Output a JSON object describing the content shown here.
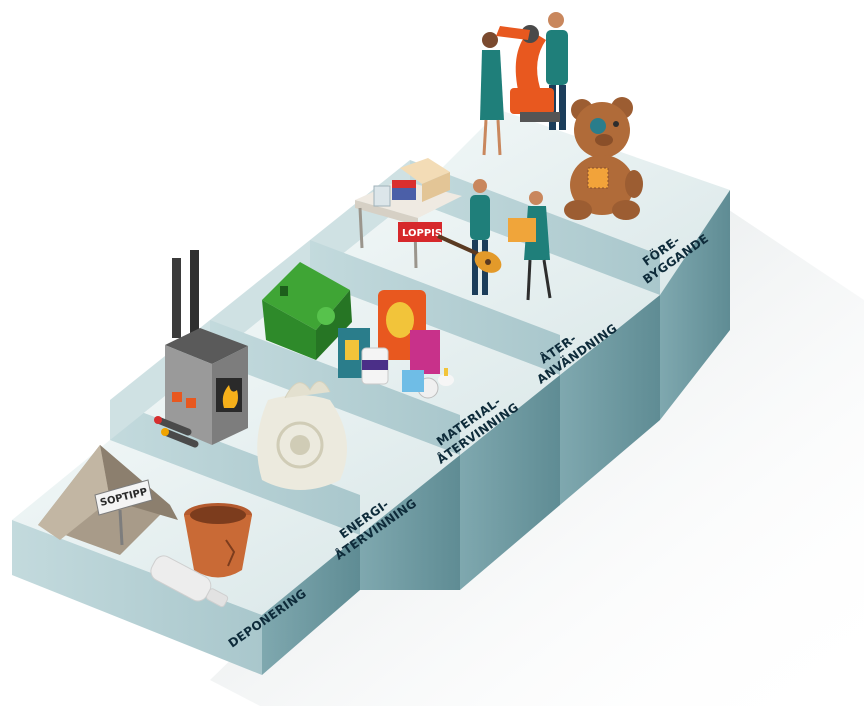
{
  "steps": [
    {
      "label_lines": [
        "DEPONERING"
      ]
    },
    {
      "label_lines": [
        "ENERGI-",
        "ÅTERVINNING"
      ]
    },
    {
      "label_lines": [
        "MATERIAL-",
        "ÅTERVINNING"
      ]
    },
    {
      "label_lines": [
        "ÅTER-",
        "ANVÄNDNING"
      ]
    },
    {
      "label_lines": [
        "FÖRE-",
        "BYGGANDE"
      ]
    }
  ],
  "signs": {
    "soptipp": "SOPTIPP",
    "loppis": "LOPPIS"
  },
  "icons": [
    "garbage-pile-icon",
    "flower-pot-icon",
    "bottle-icon",
    "incinerator-icon",
    "garbage-bag-icon",
    "recycling-container-icon",
    "packaging-icon",
    "loppis-table-icon",
    "people-icon",
    "guitar-icon",
    "teddy-bear-icon",
    "robot-arm-icon"
  ],
  "colors": {
    "step_top": "#e6f0f0",
    "step_front": "#b4d0d5",
    "step_side": "#7da6ad",
    "label": "#0e2b3a",
    "accent_green": "#3fa535",
    "accent_orange": "#e8581f",
    "teal_clothes": "#1f7f7a"
  }
}
